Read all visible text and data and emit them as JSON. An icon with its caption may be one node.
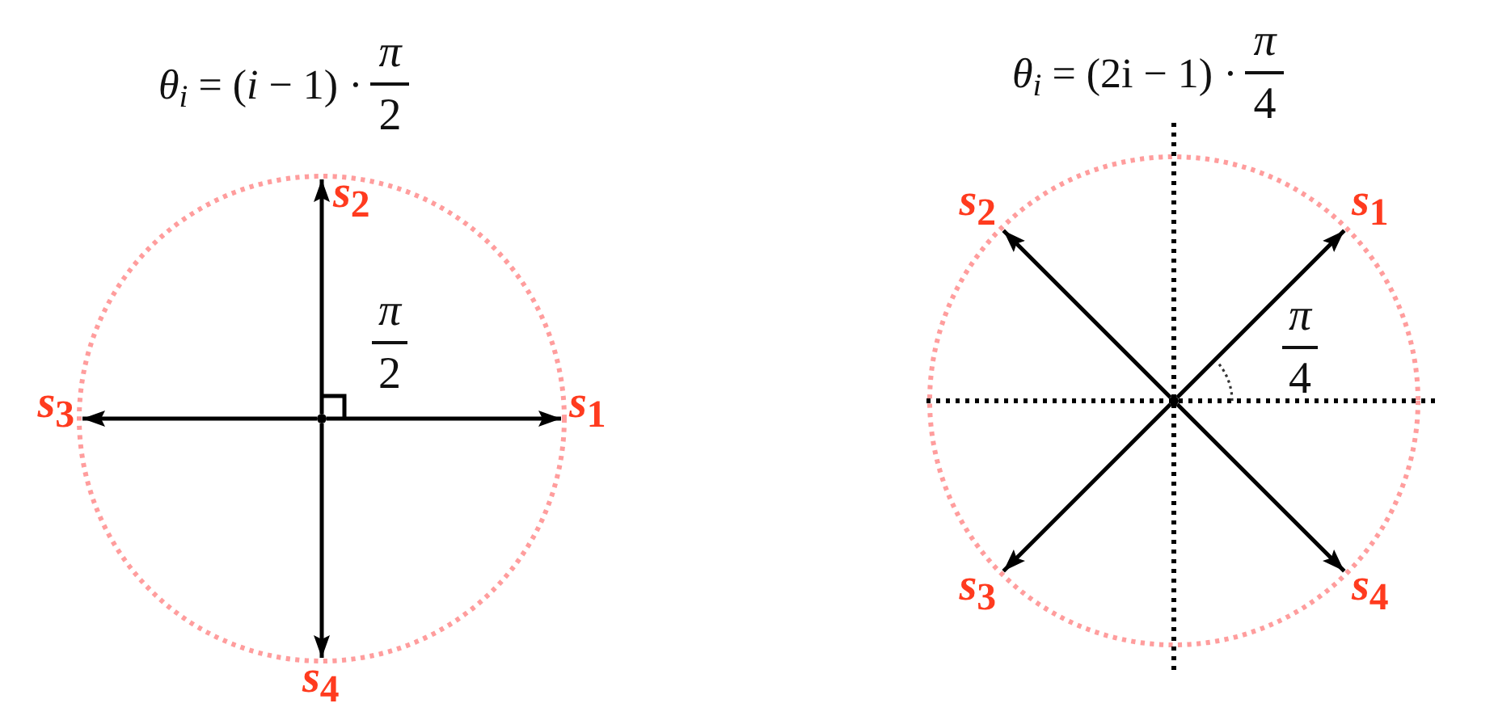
{
  "diagram": {
    "nodes": [
      {
        "text": [
          "*s*$_{1}$"
        ]
      },
      {
        "text": [
          "*s*$_{2}$"
        ]
      },
      {
        "text": [
          "*s*$_{3}$"
        ]
      },
      {
        "text": [
          "*s*$_{4}$"
        ]
      },
      {
        "text": [
          "*s*$_{1}$"
        ]
      },
      {
        "text": [
          "*s*$_{2}$"
        ]
      },
      {
        "text": [
          "*s*$_{3}$"
        ]
      },
      {
        "text": [
          "*s*$_{4}$"
        ]
      },
      {
        "text": [],
        "shape": "dot"
      },
      {
        "text": [],
        "shape": "dot"
      }
    ],
    "edges": [
      {
        "from": 8,
        "to": 0,
        "arrow": "to"
      },
      {
        "from": 8,
        "to": 1,
        "arrow": "to"
      },
      {
        "from": 8,
        "to": 2,
        "arrow": "to"
      },
      {
        "from": 8,
        "to": 3,
        "arrow": "to"
      },
      {
        "from": 9,
        "to": 4,
        "arrow": "to"
      },
      {
        "from": 9,
        "to": 5,
        "arrow": "to"
      },
      {
        "from": 9,
        "to": 6,
        "arrow": "to"
      },
      {
        "from": 9,
        "to": 7,
        "arrow": "to"
      }
    ],
    "labels": [
      "*θ*$_{i}$ = (*i* − 1) ·",
      "π",
      "2",
      "*θ*$_{i}$ = (2i − 1) ·",
      "π",
      "4",
      "π",
      "2",
      "π",
      "4"
    ]
  }
}
